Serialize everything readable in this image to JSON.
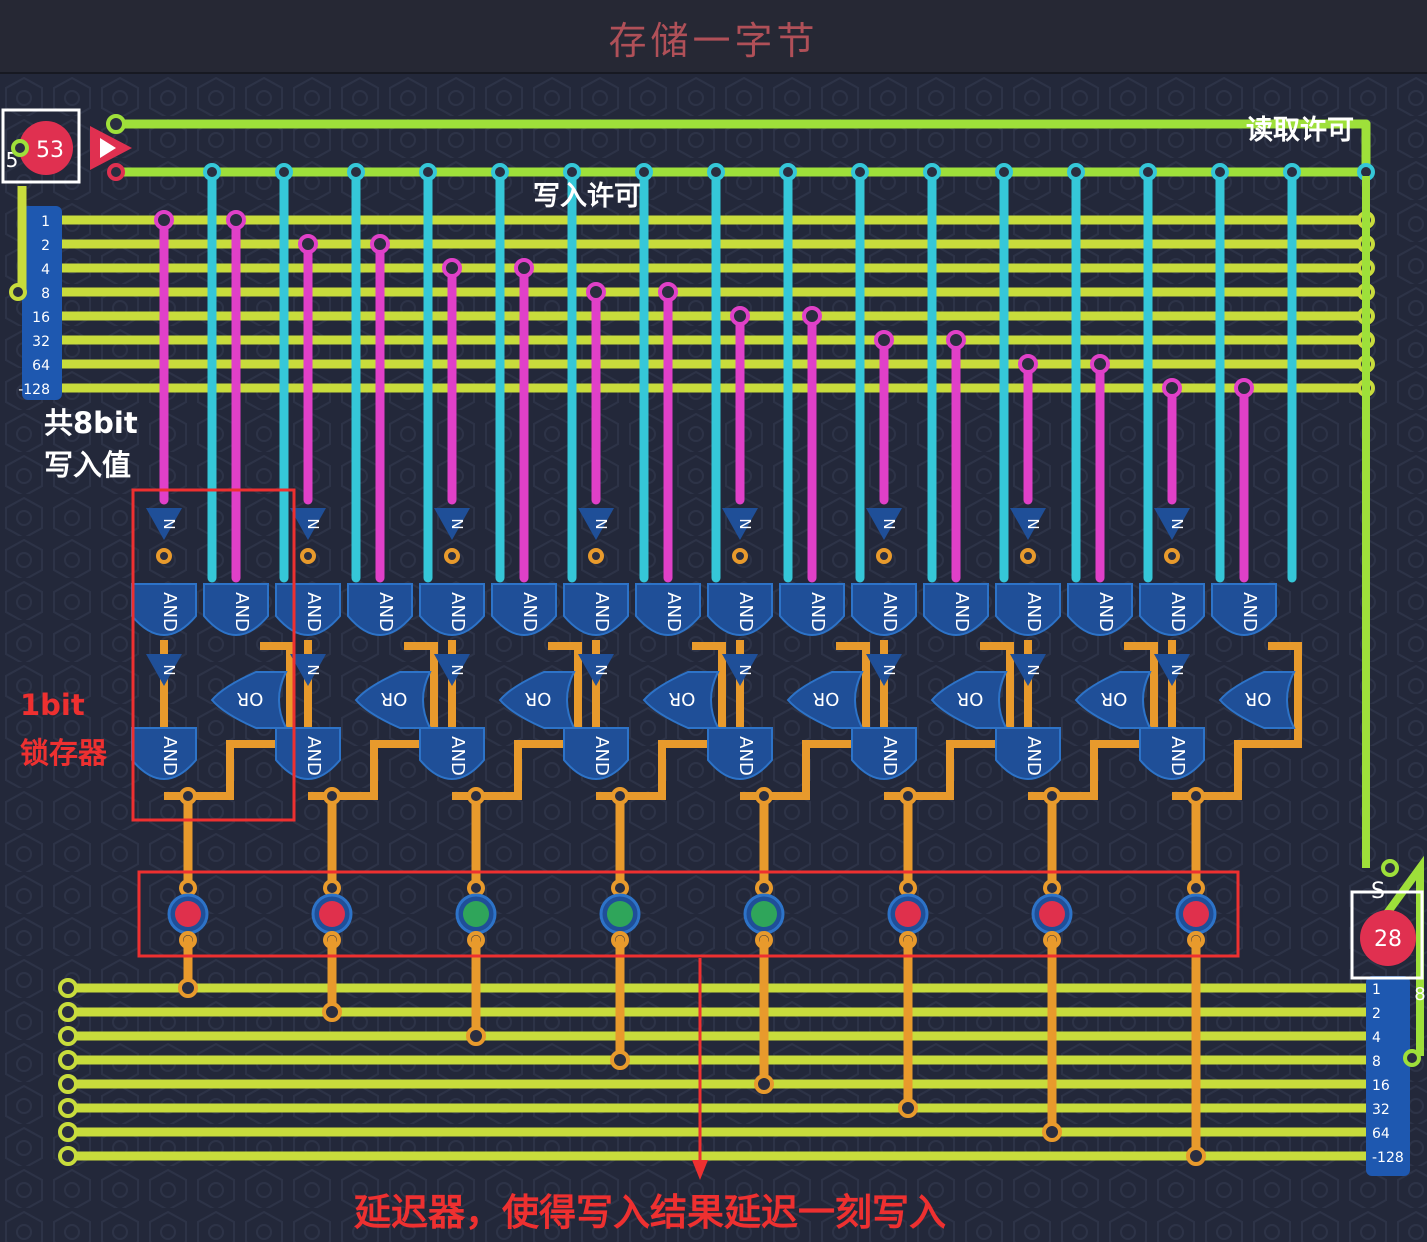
{
  "title": "存储一字节",
  "annotations": {
    "read_enable": "读取许可",
    "write_enable": "写入许可",
    "write_value_line1": "共8bit",
    "write_value_line2": "写入值",
    "latch_line1": "1bit",
    "latch_line2": "锁存器",
    "delay": "延迟器，使得写入结果延迟一刻写入"
  },
  "input_component": {
    "value": "53",
    "side_label": "5"
  },
  "output_component": {
    "value": "28",
    "top_label": "S",
    "side_label": "8"
  },
  "gates": {
    "and": "AND",
    "or": "OR",
    "not": "N"
  },
  "bit_labels_in": [
    "1",
    "2",
    "4",
    "8",
    "16",
    "32",
    "64",
    "-128"
  ],
  "bit_labels_out": [
    "1",
    "2",
    "4",
    "8",
    "16",
    "32",
    "64",
    "-128"
  ],
  "delay_states": [
    "red",
    "red",
    "green",
    "green",
    "green",
    "red",
    "red",
    "red"
  ],
  "colors": {
    "background": "#23283a",
    "bus": "#c8dc3c",
    "control": "#9ee03a",
    "enable": "#35c7d8",
    "data": "#e040c8",
    "latch": "#e89a2c",
    "gate": "#1f4f98",
    "annotation": "#ee3030",
    "on": "#2fa55a",
    "off": "#e0304c"
  }
}
